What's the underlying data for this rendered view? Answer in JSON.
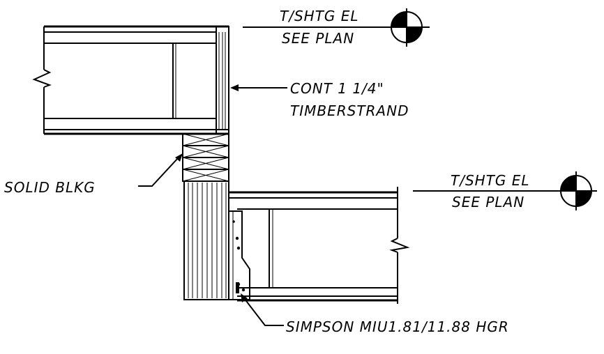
{
  "labels": {
    "upper_elev_line1": "T/SHTG  EL",
    "upper_elev_line2": "SEE  PLAN",
    "rim_board_line1": "CONT  1  1/4\"",
    "rim_board_line2": "TIMBERSTRAND",
    "blocking": "SOLID  BLKG",
    "lower_elev_line1": "T/SHTG  EL",
    "lower_elev_line2": "SEE  PLAN",
    "hanger": "SIMPSON  MIU1.81/11.88  HGR"
  }
}
